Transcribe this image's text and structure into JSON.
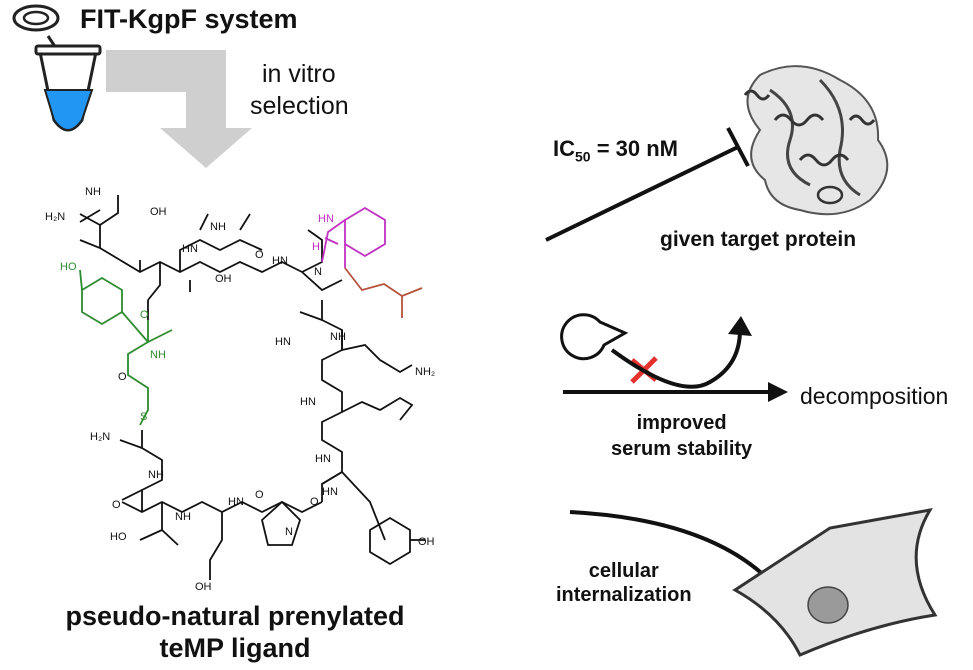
{
  "header": {
    "title": "FIT-KgpF system"
  },
  "selection": {
    "line1": "in vitro",
    "line2": "selection"
  },
  "inhibition": {
    "ic50_label": "IC",
    "ic50_sub": "50",
    "ic50_value": " = 30 nM"
  },
  "target": {
    "label": "given target protein"
  },
  "stability": {
    "line1": "improved",
    "line2": "serum stability",
    "decomposition": "decomposition"
  },
  "internalization": {
    "line1": "cellular",
    "line2": "internalization"
  },
  "ligand": {
    "line1": "pseudo-natural prenylated",
    "line2": "teMP ligand"
  },
  "structure_labels": {
    "nh": "NH",
    "hn": "HN",
    "h2n": "H₂N",
    "oh": "OH",
    "ho": "HO",
    "n": "N",
    "h": "H",
    "o": "O",
    "s": "S",
    "nh2": "NH₂",
    "hn_small": "HN"
  },
  "colors": {
    "green": "#2e8b2e",
    "magenta": "#c22fc2",
    "brown": "#b5533c",
    "red": "#e5322d",
    "blue_liquid": "#2196f3",
    "arrow_gray": "#cfcfcf"
  }
}
